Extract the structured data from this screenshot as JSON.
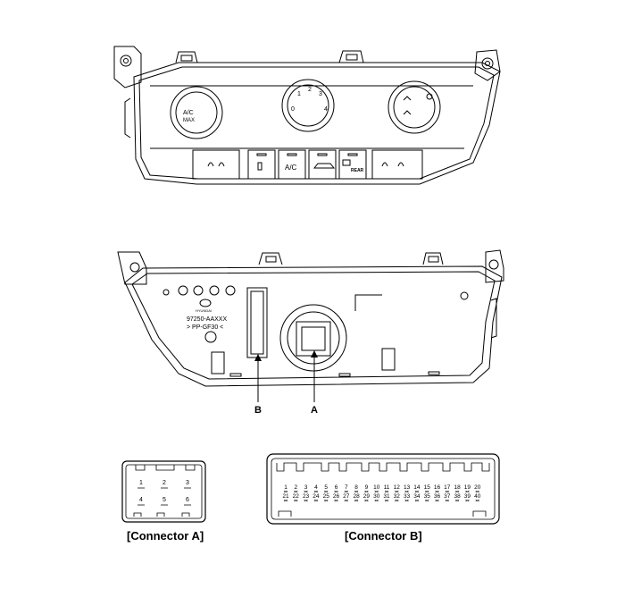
{
  "panel_front": {
    "left_knob_label_top": "A/C",
    "left_knob_label_bottom": "MAX",
    "center_knob_marks": [
      "0",
      "1",
      "2",
      "3",
      "4"
    ],
    "buttons": {
      "ac": "A/C",
      "rear": "REAR"
    }
  },
  "panel_back": {
    "brand_label": "HYUNDAI",
    "part_number": "97250-AAXXX",
    "material": "> PP-GF30 <"
  },
  "callouts": {
    "a": "A",
    "b": "B"
  },
  "connector_a": {
    "caption": "[Connector A]",
    "pins_top": [
      "1",
      "2",
      "3"
    ],
    "pins_bottom": [
      "4",
      "5",
      "6"
    ]
  },
  "connector_b": {
    "caption": "[Connector B]",
    "pins_top": [
      "1",
      "2",
      "3",
      "4",
      "5",
      "6",
      "7",
      "8",
      "9",
      "10",
      "11",
      "12",
      "13",
      "14",
      "15",
      "16",
      "17",
      "18",
      "19",
      "20"
    ],
    "pins_bottom": [
      "21",
      "22",
      "23",
      "24",
      "25",
      "26",
      "27",
      "28",
      "29",
      "30",
      "31",
      "32",
      "33",
      "34",
      "35",
      "36",
      "37",
      "38",
      "39",
      "40"
    ]
  }
}
